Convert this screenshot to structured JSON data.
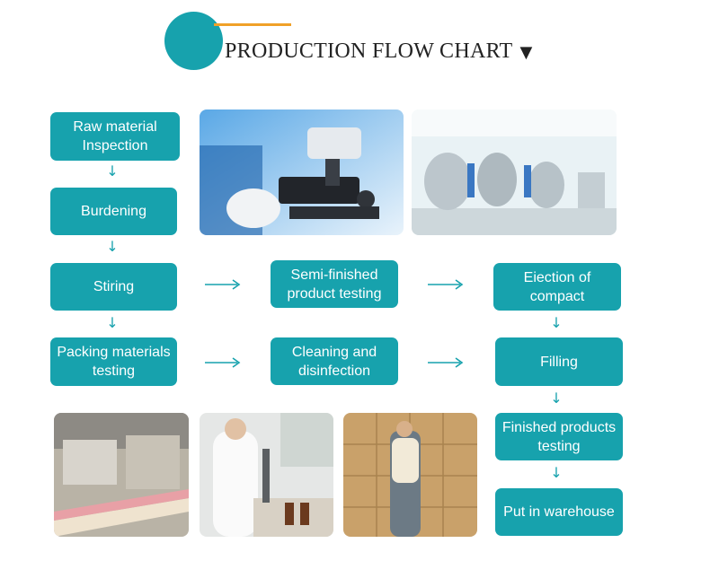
{
  "header": {
    "title": "PRODUCTION FLOW CHART",
    "marker": "▼"
  },
  "steps": {
    "raw_material": "Raw material Inspection",
    "burdening": "Burdening",
    "stiring": "Stiring",
    "packing": "Packing materials testing",
    "semi_finished": "Semi-finished product testing",
    "cleaning": "Cleaning and disinfection",
    "ejection": "Eiection of compact",
    "filling": "Filling",
    "finished": "Finished products testing",
    "warehouse": "Put in warehouse"
  },
  "colors": {
    "accent": "#17a2ad",
    "line": "#f0a128",
    "text": "#222222"
  },
  "photos": [
    "microscope-photo",
    "factory-tanks-photo",
    "packing-line-photo",
    "lab-worker-photo",
    "warehouse-boxes-photo"
  ]
}
